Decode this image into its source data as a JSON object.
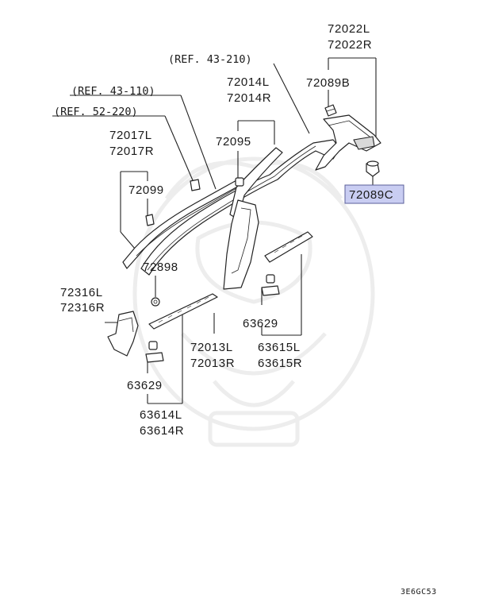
{
  "diagram": {
    "highlight_color": "#c9cdf2",
    "highlight_border": "#5a5f9a",
    "references": [
      {
        "id": "ref-43-210",
        "text": "(REF. 43-210)"
      },
      {
        "id": "ref-43-110",
        "text": "(REF. 43-110)"
      },
      {
        "id": "ref-52-220",
        "text": "(REF. 52-220)"
      }
    ],
    "labels": [
      {
        "id": "72022L",
        "text": "72022L"
      },
      {
        "id": "72022R",
        "text": "72022R"
      },
      {
        "id": "72089B",
        "text": "72089B"
      },
      {
        "id": "72089C",
        "text": "72089C"
      },
      {
        "id": "72014L",
        "text": "72014L"
      },
      {
        "id": "72014R",
        "text": "72014R"
      },
      {
        "id": "72095",
        "text": "72095"
      },
      {
        "id": "72017L",
        "text": "72017L"
      },
      {
        "id": "72017R",
        "text": "72017R"
      },
      {
        "id": "72099",
        "text": "72099"
      },
      {
        "id": "72898",
        "text": "72898"
      },
      {
        "id": "72316L",
        "text": "72316L"
      },
      {
        "id": "72316R",
        "text": "72316R"
      },
      {
        "id": "63629-right",
        "text": "63629"
      },
      {
        "id": "72013L",
        "text": "72013L"
      },
      {
        "id": "72013R",
        "text": "72013R"
      },
      {
        "id": "63615L",
        "text": "63615L"
      },
      {
        "id": "63615R",
        "text": "63615R"
      },
      {
        "id": "63629-left",
        "text": "63629"
      },
      {
        "id": "63614L",
        "text": "63614L"
      },
      {
        "id": "63614R",
        "text": "63614R"
      }
    ],
    "diagram_code": "3E6GC53"
  }
}
